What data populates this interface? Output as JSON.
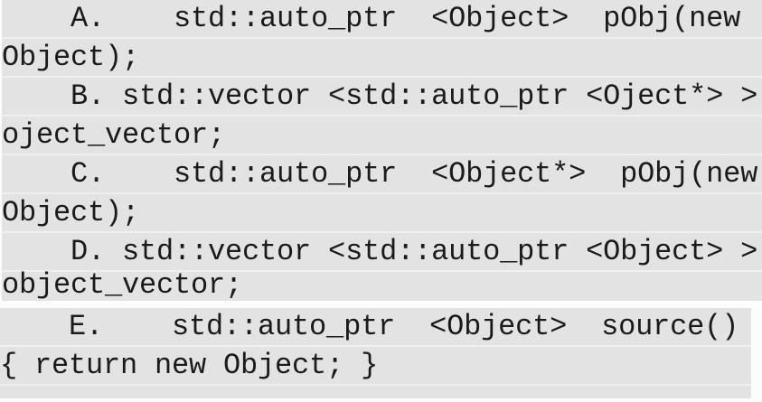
{
  "colors": {
    "highlight_band": "#e3e3e3",
    "page_background": "#fcfcfc",
    "separator": "#f0f0f0",
    "text": "#1b1b1b"
  },
  "lines": [
    {
      "text": "    A.    std::auto_ptr  <Object>  pObj(new"
    },
    {
      "text": "Object);"
    },
    {
      "text": "    B. std::vector <std::auto_ptr <Oject*> >"
    },
    {
      "text": "oject_vector;"
    },
    {
      "text": "    C.    std::auto_ptr  <Object*>  pObj(new"
    },
    {
      "text": "Object);"
    },
    {
      "text": "    D. std::vector <std::auto_ptr <Object> >"
    },
    {
      "text": "object_vector;"
    },
    {
      "text": "    E.    std::auto_ptr  <Object>  source()"
    },
    {
      "text": "{ return new Object; }"
    },
    {
      "text": ""
    }
  ],
  "question_options": [
    {
      "label": "A",
      "code": "std::auto_ptr <Object> pObj(new Object);"
    },
    {
      "label": "B",
      "code": "std::vector <std::auto_ptr <Oject*> > oject_vector;"
    },
    {
      "label": "C",
      "code": "std::auto_ptr <Object*> pObj(new Object);"
    },
    {
      "label": "D",
      "code": "std::vector <std::auto_ptr <Object> > object_vector;"
    },
    {
      "label": "E",
      "code": "std::auto_ptr <Object> source() { return new Object; }"
    }
  ]
}
